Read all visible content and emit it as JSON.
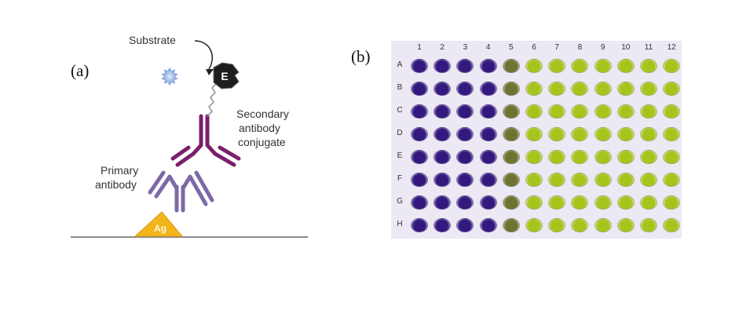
{
  "panel_a": {
    "label": "(a)",
    "texts": {
      "substrate": "Substrate",
      "enzyme": "E",
      "secondary": [
        "Secondary",
        "antibody",
        "conjugate"
      ],
      "primary": [
        "Primary",
        "antibody"
      ],
      "antigen": "Ag"
    },
    "colors": {
      "secondary_antibody": "#7b1f6c",
      "primary_antibody": "#7d68a8",
      "antigen": "#f2b51c",
      "enzyme": "#1e1e1e",
      "substrate": "#9ab4e4",
      "surface": "#8a8a8a"
    }
  },
  "panel_b": {
    "label": "(b)",
    "columns": [
      "1",
      "2",
      "3",
      "4",
      "5",
      "6",
      "7",
      "8",
      "9",
      "10",
      "11",
      "12"
    ],
    "rows": [
      "A",
      "B",
      "C",
      "D",
      "E",
      "F",
      "G",
      "H"
    ],
    "colors": {
      "col_1_4": "#33187e",
      "col_5": "#6e7430",
      "col_6_12": "#a6c51c",
      "plate": "#ece8f4"
    }
  }
}
